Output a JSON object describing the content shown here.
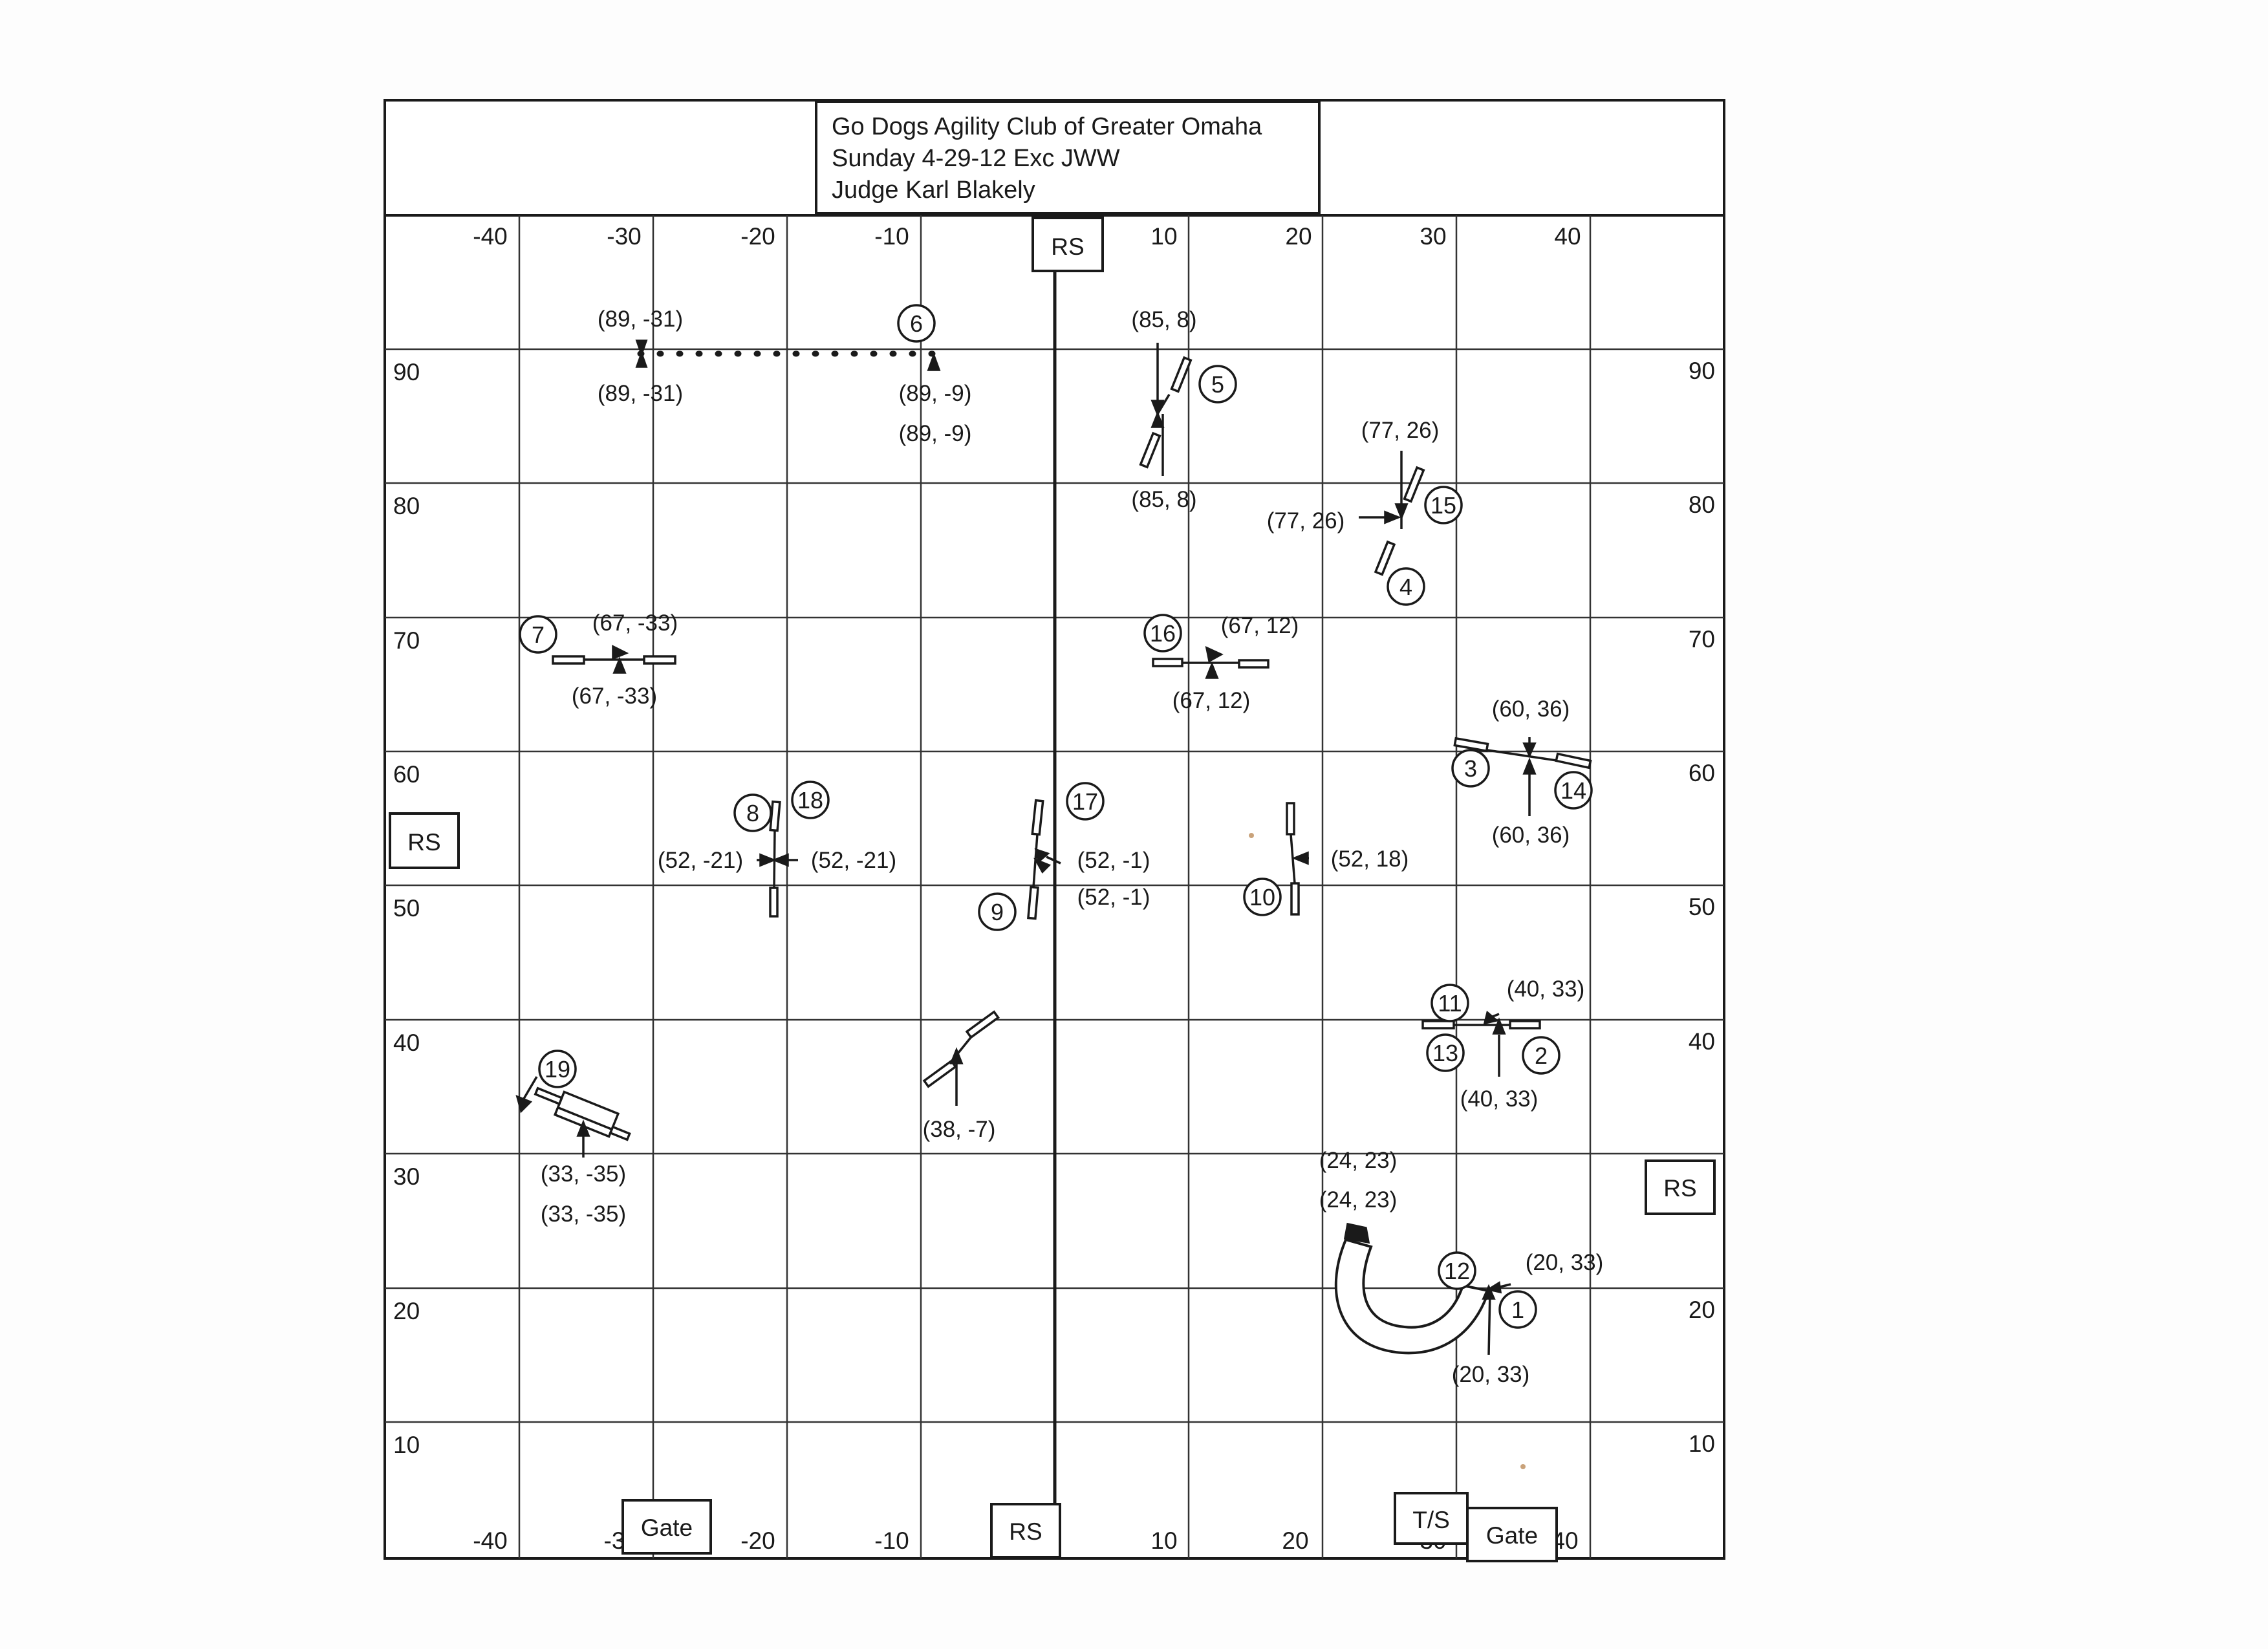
{
  "title": {
    "line1": "Go Dogs Agility Club of Greater Omaha",
    "line2": "Sunday 4-29-12 Exc JWW",
    "line3": "Judge Karl Blakely"
  },
  "axes": {
    "x_top": [
      "-40",
      "-30",
      "-20",
      "-10",
      "10",
      "20",
      "30",
      "40"
    ],
    "x_bottom": [
      "-40",
      "-3",
      "-20",
      "-10",
      "10",
      "20",
      "30",
      "40"
    ],
    "y_left": [
      "90",
      "80",
      "70",
      "60",
      "50",
      "40",
      "30",
      "20",
      "10"
    ],
    "y_right": [
      "90",
      "80",
      "70",
      "60",
      "50",
      "40",
      "30",
      "20",
      "10"
    ]
  },
  "markers": {
    "rs": "RS",
    "gate": "Gate",
    "ts": "T/S"
  },
  "obstacles": [
    {
      "num": "1"
    },
    {
      "num": "2"
    },
    {
      "num": "3"
    },
    {
      "num": "4"
    },
    {
      "num": "5"
    },
    {
      "num": "6"
    },
    {
      "num": "7"
    },
    {
      "num": "8"
    },
    {
      "num": "9"
    },
    {
      "num": "10"
    },
    {
      "num": "11"
    },
    {
      "num": "12"
    },
    {
      "num": "13"
    },
    {
      "num": "14"
    },
    {
      "num": "15"
    },
    {
      "num": "16"
    },
    {
      "num": "17"
    },
    {
      "num": "18"
    },
    {
      "num": "19"
    }
  ],
  "coordinates": [
    "(89, -31)",
    "(89, -31)",
    "(89, -9)",
    "(89, -9)",
    "(85, 8)",
    "(85, 8)",
    "(77, 26)",
    "(77, 26)",
    "(67, -33)",
    "(67, -33)",
    "(67, 12)",
    "(67, 12)",
    "(60, 36)",
    "(60, 36)",
    "(52, -21)",
    "(52, -21)",
    "(52, -1)",
    "(52, -1)",
    "(52, 18)",
    "(40, 33)",
    "(40, 33)",
    "(38, -7)",
    "(33, -35)",
    "(33, -35)",
    "(24, 23)",
    "(24, 23)",
    "(20, 33)",
    "(20, 33)"
  ]
}
